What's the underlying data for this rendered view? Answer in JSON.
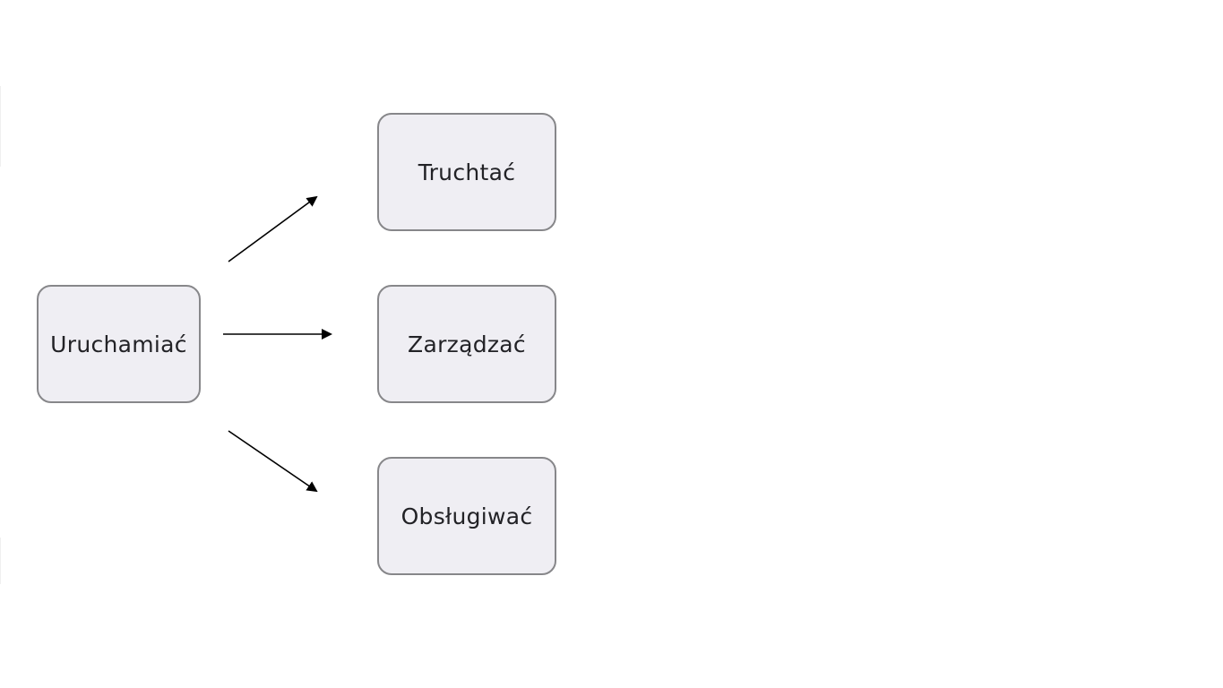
{
  "diagram": {
    "source": {
      "label": "Uruchamiać"
    },
    "targets": [
      {
        "label": "Truchtać"
      },
      {
        "label": "Zarządzać"
      },
      {
        "label": "Obsługiwać"
      }
    ]
  }
}
